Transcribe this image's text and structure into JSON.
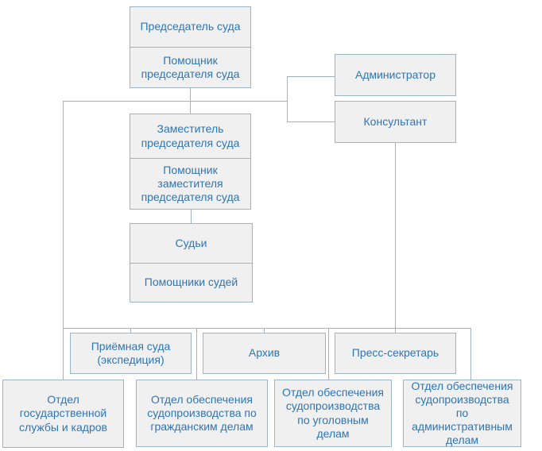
{
  "diagram": {
    "type": "org-chart",
    "language": "ru",
    "nodes": {
      "chairman": "Председатель суда",
      "chairman_assistant": "Помощник председателя суда",
      "administrator": "Администратор",
      "consultant": "Консультант",
      "deputy_chairman": "Заместитель председателя суда",
      "deputy_chairman_assistant": "Помощник заместителя председателя суда",
      "judges": "Судьи",
      "judges_assistants": "Помощники судей",
      "reception": "Приёмная суда (экспедиция)",
      "archive": "Архив",
      "press_secretary": "Пресс-секретарь",
      "dept_state_service": "Отдел государственной службы и кадров",
      "dept_civil_cases": "Отдел обеспечения судопроизводства по гражданским делам",
      "dept_criminal_cases": "Отдел обеспечения судопроизводства по уголовным делам",
      "dept_admin_cases": "Отдел обеспечения судопроизводства по административным делам"
    },
    "colors": {
      "background": "#ffffff",
      "box_fill": "#f0f0f0",
      "box_border": "#9db4c5",
      "connector": "#9db4c5",
      "text": "#2e75b6"
    }
  }
}
